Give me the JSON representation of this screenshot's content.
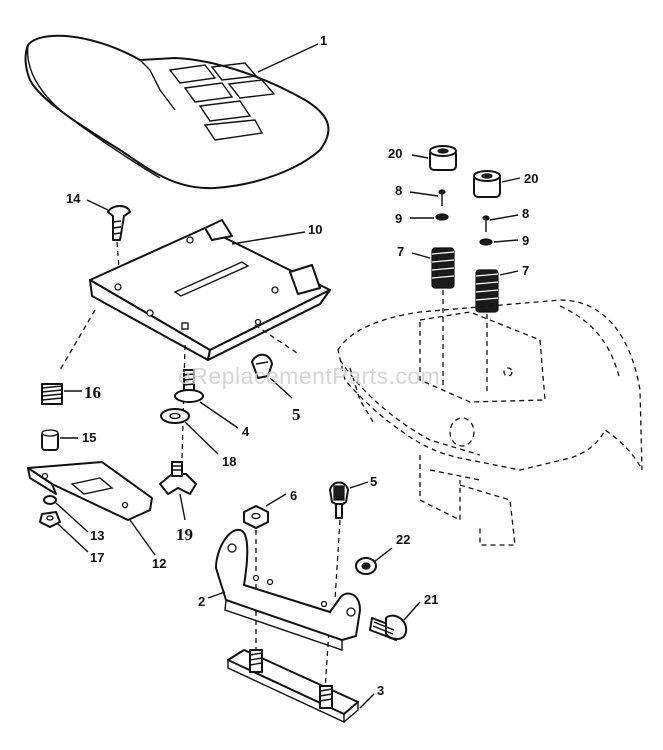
{
  "watermark": "eReplacementParts.com",
  "callouts": {
    "c1": "1",
    "c2": "2",
    "c3": "3",
    "c4": "4",
    "c5a": "5",
    "c5b": "5",
    "c6": "6",
    "c7a": "7",
    "c7b": "7",
    "c8a": "8",
    "c8b": "8",
    "c9a": "9",
    "c9b": "9",
    "c10": "10",
    "c12": "12",
    "c13": "13",
    "c14": "14",
    "c15": "15",
    "c16": "16",
    "c17": "17",
    "c18": "18",
    "c19": "19",
    "c20a": "20",
    "c20b": "20",
    "c21": "21",
    "c22": "22"
  }
}
